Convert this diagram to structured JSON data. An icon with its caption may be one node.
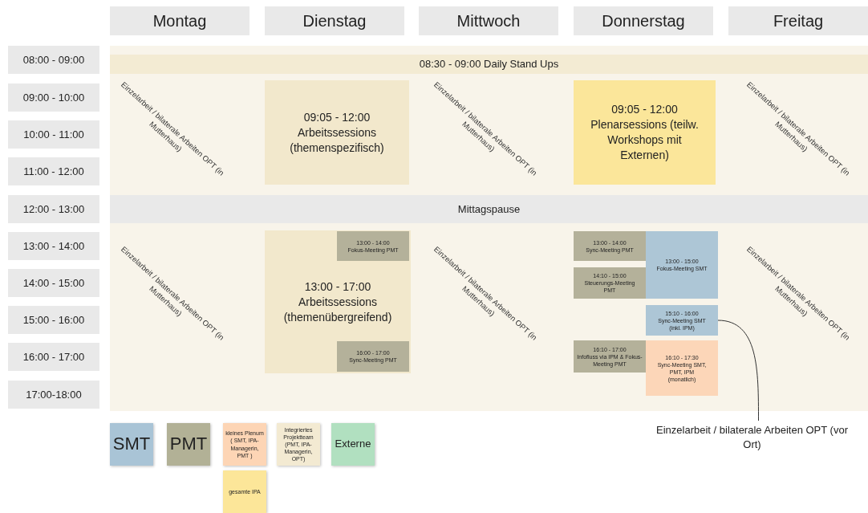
{
  "diagram": {
    "nodes": [
      {
        "text": [
          "Montag"
        ]
      },
      {
        "text": [
          "Dienstag"
        ]
      },
      {
        "text": [
          "Mittwoch"
        ]
      },
      {
        "text": [
          "Donnerstag"
        ]
      },
      {
        "text": [
          "Freitag"
        ]
      },
      {
        "text": [
          "08:00 - 09:00"
        ]
      },
      {
        "text": [
          "09:00 - 10:00"
        ]
      },
      {
        "text": [
          "10:00 - 11:00"
        ]
      },
      {
        "text": [
          "11:00 - 12:00"
        ]
      },
      {
        "text": [
          "12:00 - 13:00"
        ]
      },
      {
        "text": [
          "13:00 - 14:00"
        ]
      },
      {
        "text": [
          "14:00 - 15:00"
        ]
      },
      {
        "text": [
          "15:00 - 16:00"
        ]
      },
      {
        "text": [
          "16:00 - 17:00"
        ]
      },
      {
        "text": [
          "17:00-18:00"
        ]
      },
      {
        "text": [
          "08:30 - 09:00 Daily Stand Ups"
        ]
      },
      {
        "text": [
          "09:05 - 12:00",
          "Arbeitssessions (themenspezifisch)"
        ]
      },
      {
        "text": [
          "09:05 - 12:00",
          "Plenarsessions (teilw. Workshops mit Externen)"
        ]
      },
      {
        "text": [
          "Mittagspause"
        ]
      },
      {
        "text": [
          "13:00 - 17:00",
          "Arbeitssessions (themenübergreifend)"
        ]
      },
      {
        "text": [
          "13:00 - 14:00",
          "Fokus-Meeting PMT"
        ],
        "in": 19
      },
      {
        "text": [
          "16:00 - 17:00",
          "Sync-Meeting PMT"
        ],
        "in": 19
      },
      {
        "text": [
          "13:00 - 14:00",
          "Sync-Meeting PMT"
        ]
      },
      {
        "text": [
          "13:00 - 15:00",
          "Fokus-Meeting SMT"
        ]
      },
      {
        "text": [
          "14:10 - 15:00",
          "Steuerungs-Meeting PMT"
        ]
      },
      {
        "text": [
          "15:10 - 16:00",
          "Sync-Meeting SMT (inkl. IPM)"
        ]
      },
      {
        "text": [
          "16:10 - 17:00",
          "Infofluss via IPM & Fokus-Meeting PMT"
        ]
      },
      {
        "text": [
          "16:10 - 17:30",
          "Sync-Meeting SMT, PMT, IPM (monatlich)"
        ]
      },
      {
        "text": [
          "Einzelarbeit / bilaterale Arbeiten OPT (vor Ort)"
        ]
      }
    ],
    "edges": [
      {
        "from": 28,
        "to": 25,
        "arrow": "none"
      }
    ],
    "labels": [
      "Einzelarbeit / bilaterale Arbeiten OPT (in Mutterhaus)",
      "Einzelarbeit / bilaterale Arbeiten OPT (in Mutterhaus)",
      "Einzelarbeit / bilaterale Arbeiten OPT (in Mutterhaus)",
      "Einzelarbeit / bilaterale Arbeiten OPT (in Mutterhaus)",
      "Einzelarbeit / bilaterale Arbeiten OPT (in Mutterhaus)",
      "Einzelarbeit / bilaterale Arbeiten OPT (in Mutterhaus)"
    ],
    "legend": [
      {
        "text": "SMT",
        "color": "#a9c4d6"
      },
      {
        "text": "PMT",
        "color": "#b2b196"
      },
      {
        "text": "kleines Plenum ( SMT, IPA-Managerin, PMT )",
        "color": "#fdd5b5"
      },
      {
        "text": "Integriertes Projektteam (PMT, IPA-Managerin, OPT)",
        "color": "#f3ead2"
      },
      {
        "text": "Externe",
        "color": "#b1e0c0"
      },
      {
        "text": "gesamte IPA",
        "color": "#fce699"
      }
    ]
  }
}
